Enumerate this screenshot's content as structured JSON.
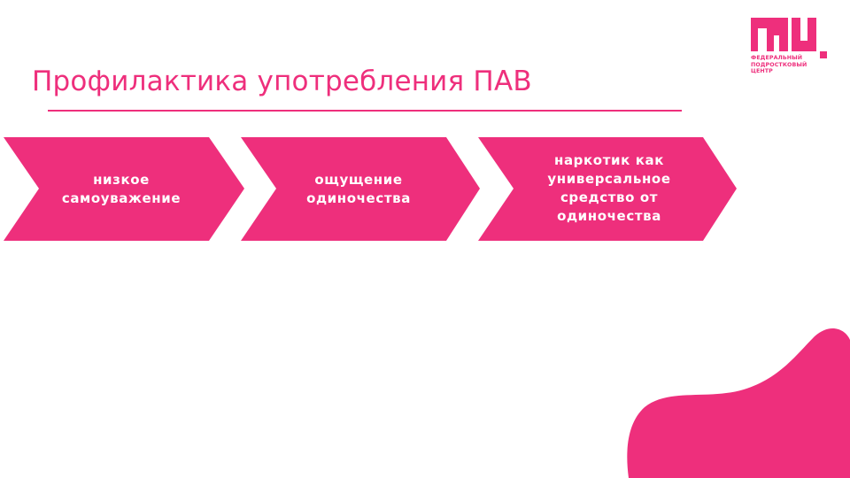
{
  "slide": {
    "title": "Профилактика употребления ПАВ",
    "accent_color": "#ee2f7c",
    "logo": {
      "icon": "fpc-logo-icon",
      "lines": [
        "ФЕДЕРАЛЬНЫЙ",
        "ПОДРОСТКОВЫЙ",
        "ЦЕНТР"
      ]
    },
    "steps": [
      {
        "label": "низкое самоуважение"
      },
      {
        "label": "ощущение одиночества"
      },
      {
        "label": "наркотик как универсальное средство от одиночества"
      }
    ],
    "decoration": "pink-blob-shape"
  }
}
